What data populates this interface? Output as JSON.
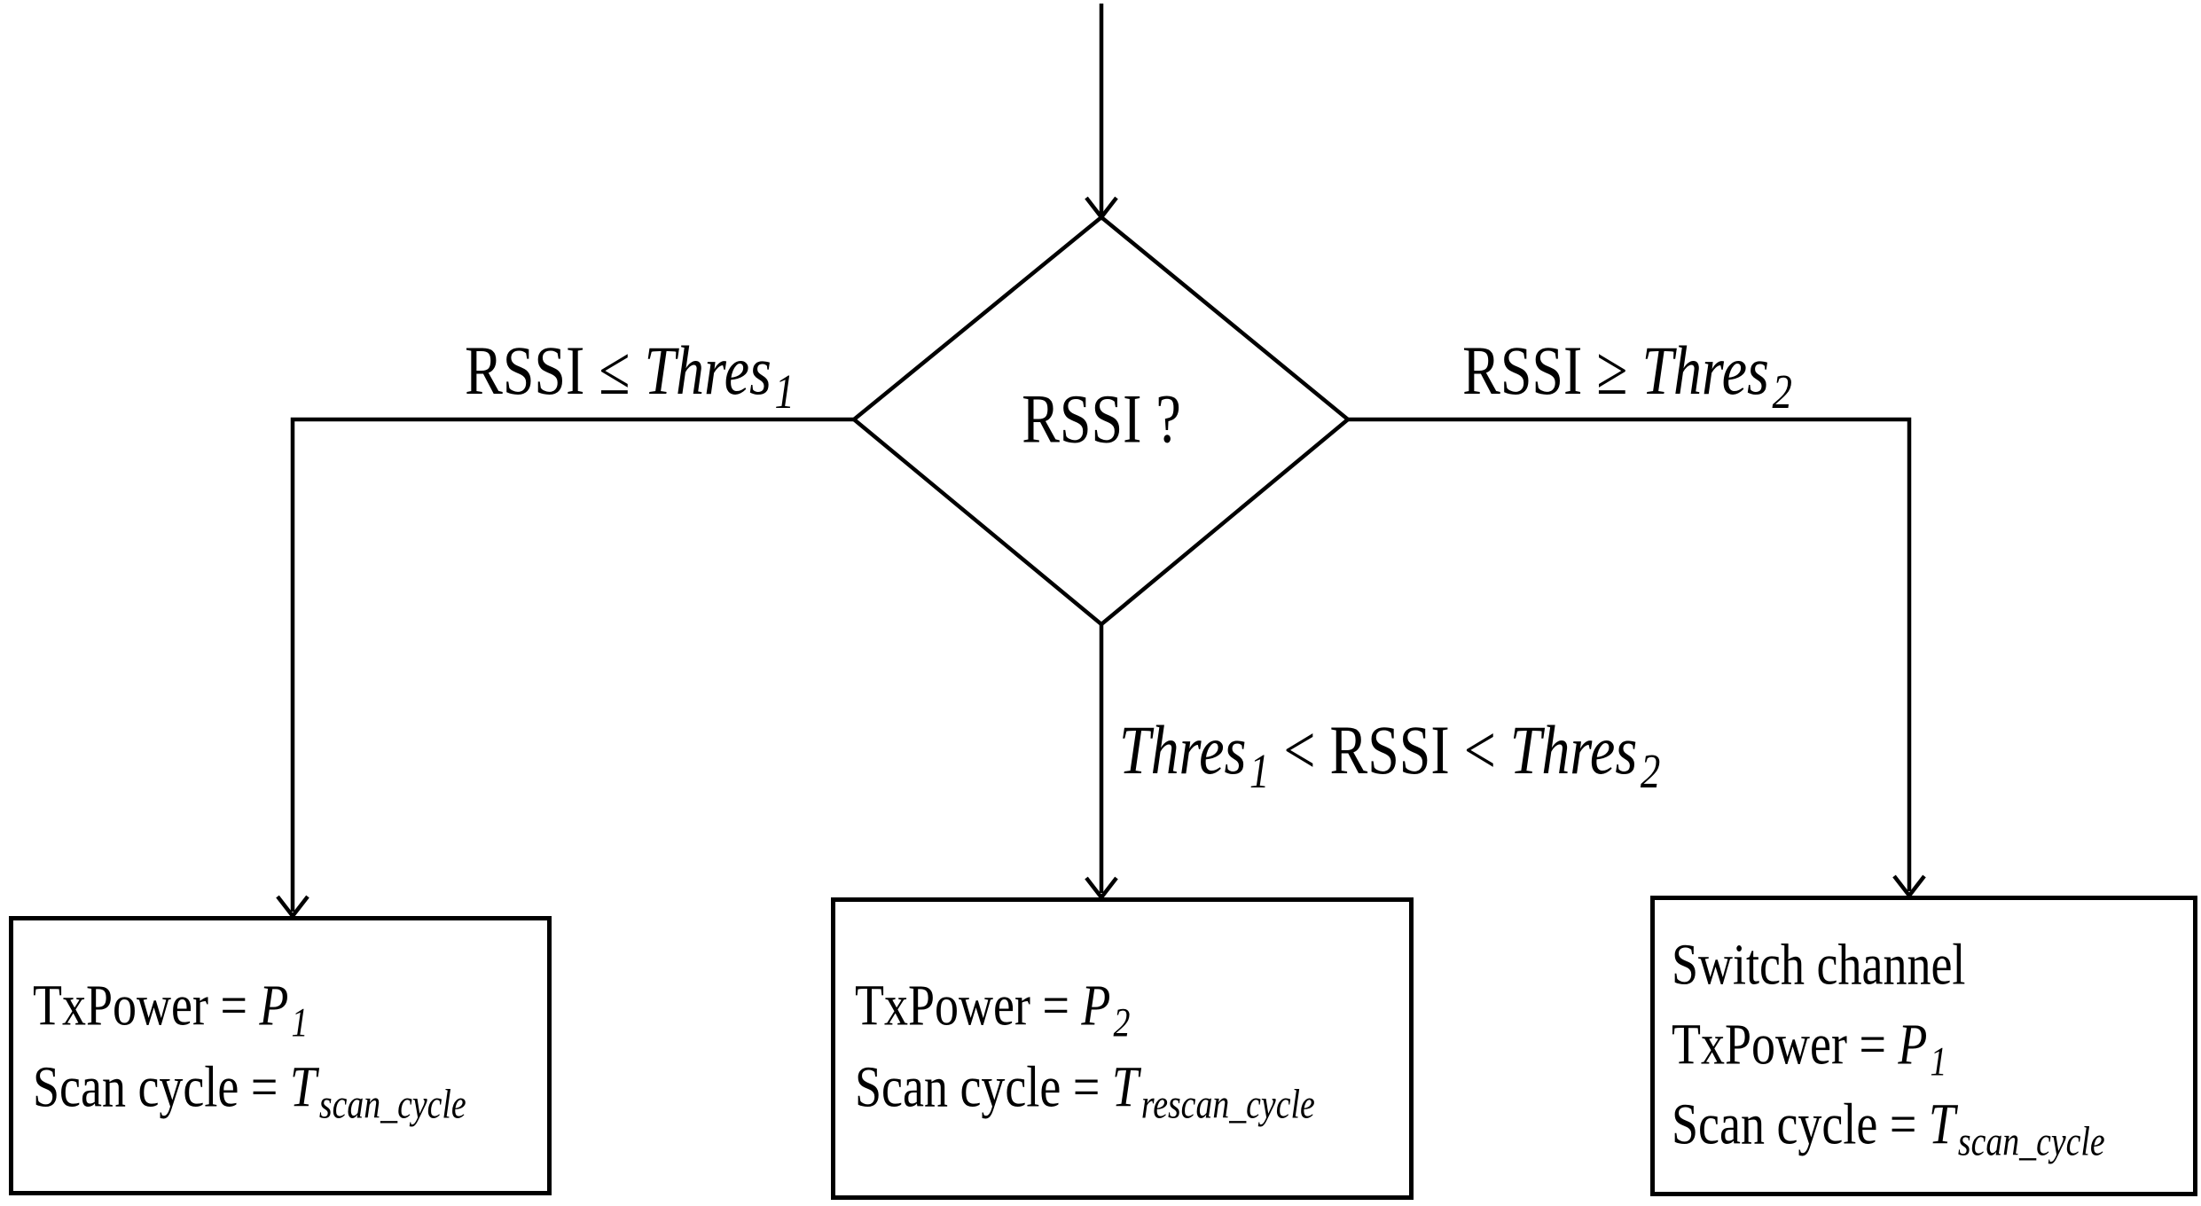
{
  "figure": {
    "background": "#ffffff",
    "stroke_color": "#000000"
  },
  "decision": {
    "label": "RSSI ?"
  },
  "branch_labels": {
    "left": {
      "pre": "RSSI ≤ ",
      "var": "Thres",
      "sub": "1"
    },
    "right": {
      "pre": "RSSI ≥ ",
      "var": "Thres",
      "sub": "2"
    },
    "middle": {
      "var1": "Thres",
      "sub1": "1",
      "mid": " < RSSI < ",
      "var2": "Thres",
      "sub2": "2"
    }
  },
  "boxes": {
    "left": {
      "lines": [
        {
          "pre": "TxPower = ",
          "var": "P",
          "sub": "1"
        },
        {
          "pre": "Scan cycle = ",
          "var": "T",
          "sub": "scan_cycle"
        }
      ]
    },
    "middle": {
      "lines": [
        {
          "pre": "TxPower = ",
          "var": "P",
          "sub": "2"
        },
        {
          "pre": "Scan cycle = ",
          "var": "T",
          "sub": "rescan_cycle"
        }
      ]
    },
    "right": {
      "lines": [
        {
          "pre": "Switch channel",
          "var": "",
          "sub": ""
        },
        {
          "pre": "TxPower = ",
          "var": "P",
          "sub": "1"
        },
        {
          "pre": "Scan cycle = ",
          "var": "T",
          "sub": "scan_cycle"
        }
      ]
    }
  }
}
